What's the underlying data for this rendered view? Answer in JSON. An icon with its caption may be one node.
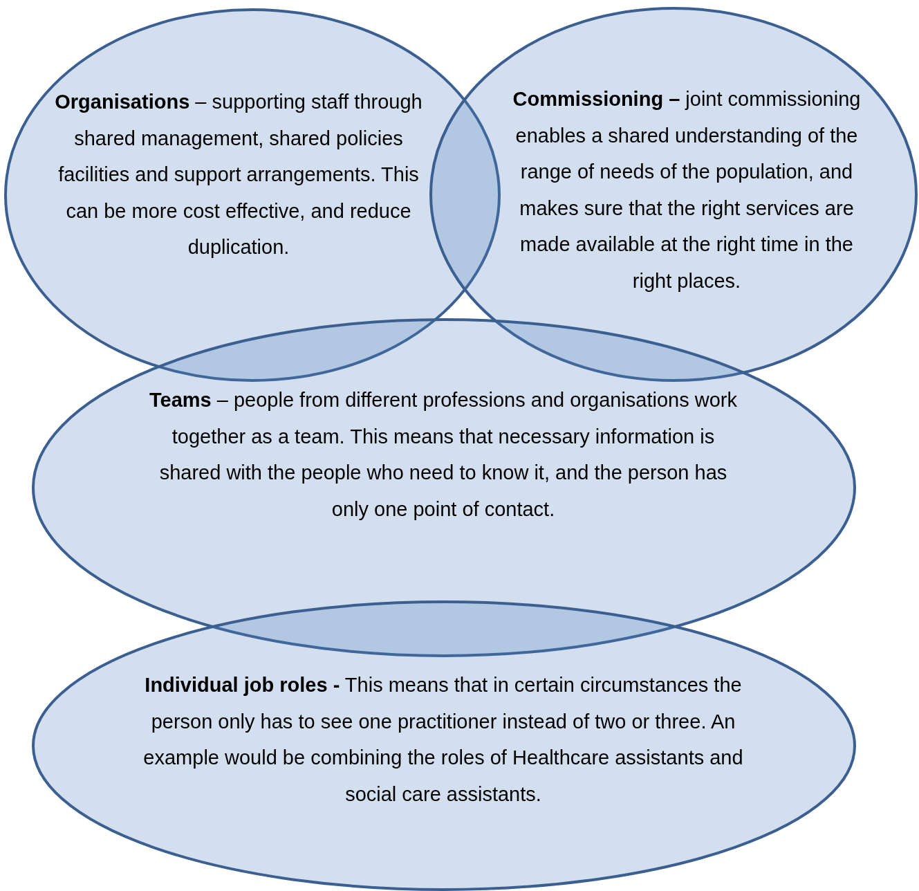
{
  "diagram": {
    "nodes": [
      {
        "text": [
          "**Organisations** – supporting staff through shared management, shared policies facilities and support arrangements. This can be more cost effective, and reduce duplication."
        ]
      },
      {
        "text": [
          "**Commissioning –** joint commissioning enables a shared understanding of the range of needs of the population, and makes sure that the right services are made available at the right time in the right places."
        ]
      },
      {
        "text": [
          "**Teams** – people from different professions and organisations work together as a team. This means that necessary information is shared with the people who need to know it, and the person has only one point of contact."
        ]
      },
      {
        "text": [
          "**Individual job roles -** This means that in certain circumstances the person only has to see one practitioner instead of two or three. An example would be combining the roles of Healthcare assistants and social care assistants."
        ]
      }
    ]
  }
}
